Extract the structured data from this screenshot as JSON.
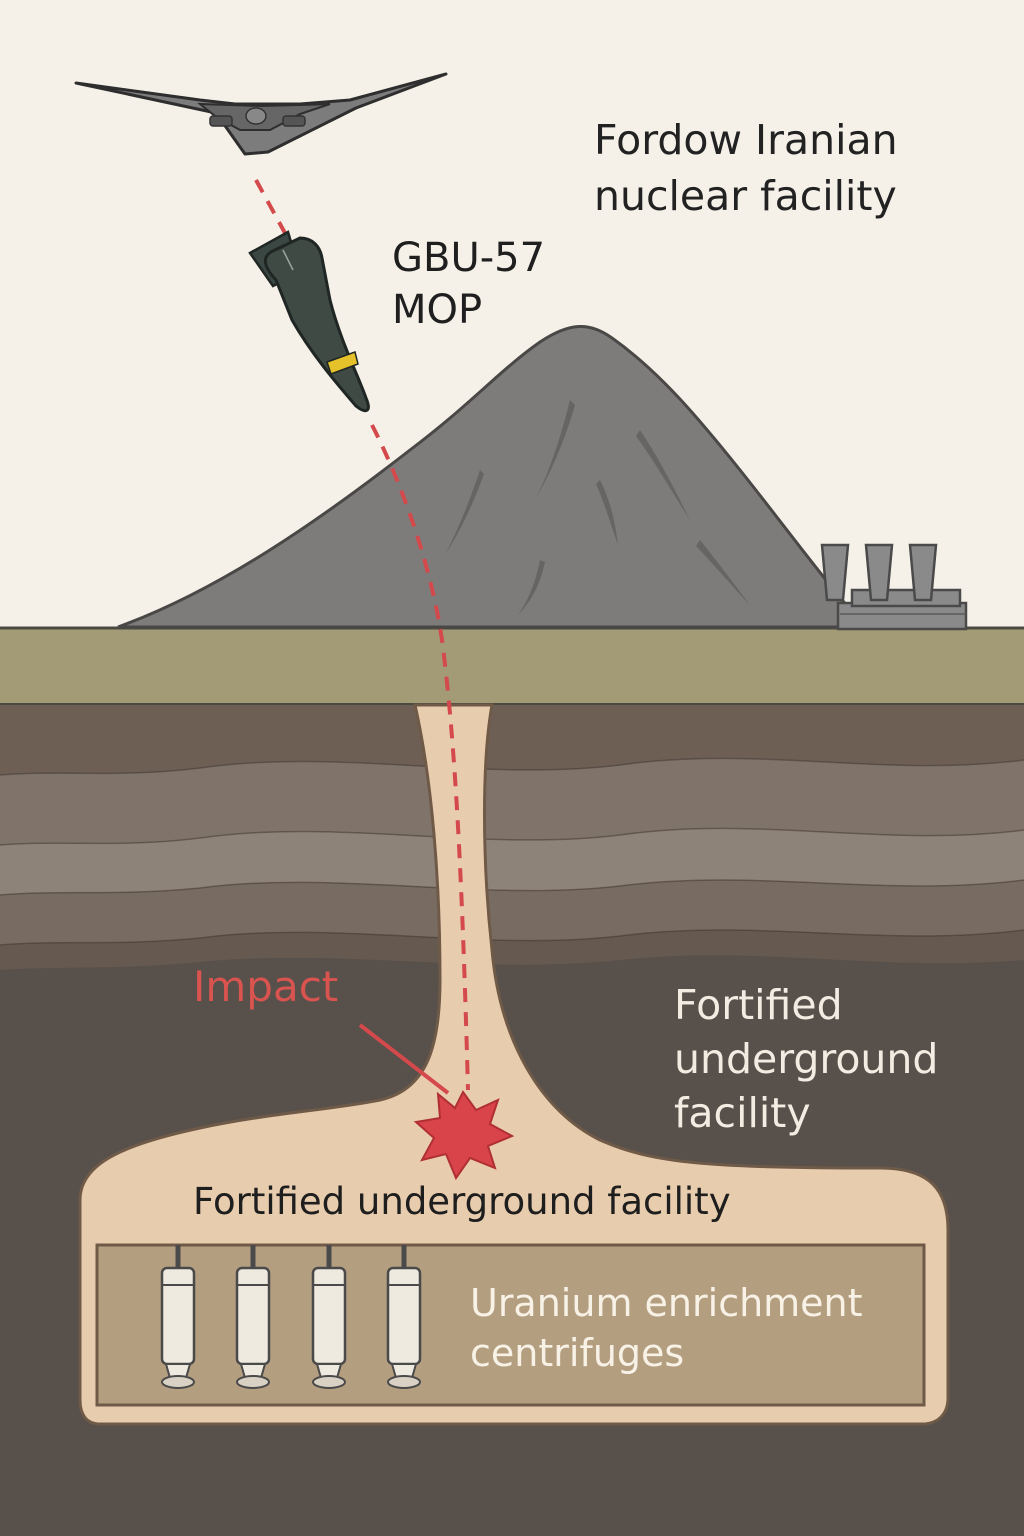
{
  "labels": {
    "facility_name": "Fordow Iranian nuclear facility",
    "bomb_name": "GBU-57 MOP",
    "impact": "Impact",
    "fortified_side": "Fortified underground facility",
    "fortified_chamber": "Fortified underground facility",
    "centrifuges": "Uranium enrichment centrifuges"
  },
  "colors": {
    "sky": "#f6f1e8",
    "mountain": "#7d7b7a",
    "surface_band": "#a29b76",
    "soil_deep": "#5a504b",
    "chamber_fill": "#e8cdb0",
    "trajectory": "#d4494b",
    "impact_burst": "#d9434a",
    "bomb_body": "#3f4a45",
    "bomb_band": "#e5c12a"
  },
  "icons": {
    "aircraft": "stealth-bomber-icon",
    "bomb": "bomb-icon",
    "facility": "industrial-building-icon",
    "burst": "explosion-icon",
    "centrifuge": "centrifuge-icon"
  },
  "centrifuge_count": 4
}
